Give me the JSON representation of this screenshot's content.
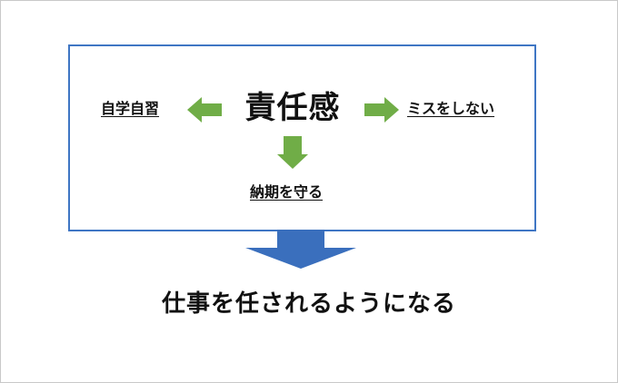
{
  "diagram": {
    "center": "責任感",
    "left": "自学自習",
    "right": "ミスをしない",
    "bottom": "納期を守る",
    "result": "仕事を任されるようになる"
  },
  "colors": {
    "box_border": "#3f76c4",
    "small_arrows": "#70ad47",
    "big_arrow": "#3a6fbd",
    "frame_border": "#c9c9c9"
  },
  "icons": {
    "left_arrow": "arrow-left-icon",
    "right_arrow": "arrow-right-icon",
    "down_arrow": "arrow-down-icon",
    "big_down_arrow": "big-arrow-down-icon"
  }
}
